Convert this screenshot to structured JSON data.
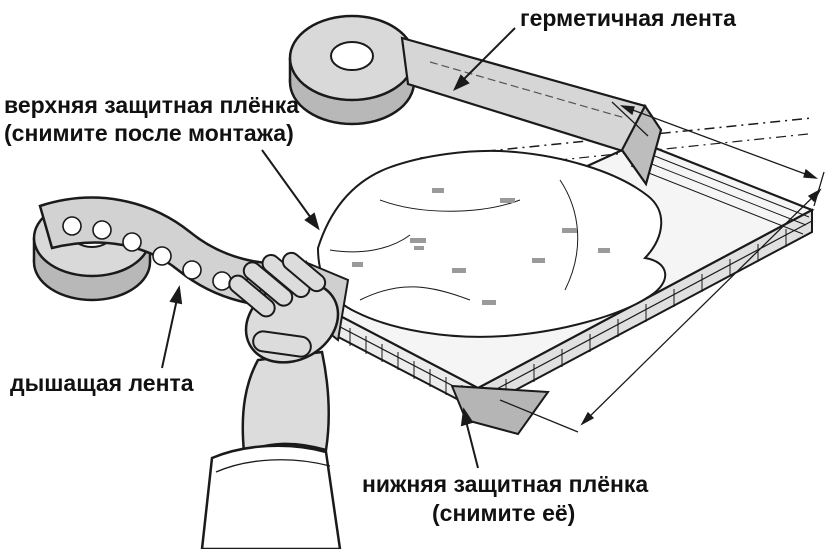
{
  "labels": {
    "sealing_tape": "герметичная лента",
    "top_film_line1": "верхняя защитная плёнка",
    "top_film_line2": "(снимите после монтажа)",
    "breathing_tape": "дышащая лента",
    "bottom_film_line1": "нижняя защитная плёнка",
    "bottom_film_line2": "(снимите её)"
  },
  "colors": {
    "outline": "#1a1a1a",
    "fill_light": "#d9d9d9",
    "fill_mid": "#bdbdbd",
    "fill_dark": "#a9a9a9",
    "background": "#ffffff"
  }
}
